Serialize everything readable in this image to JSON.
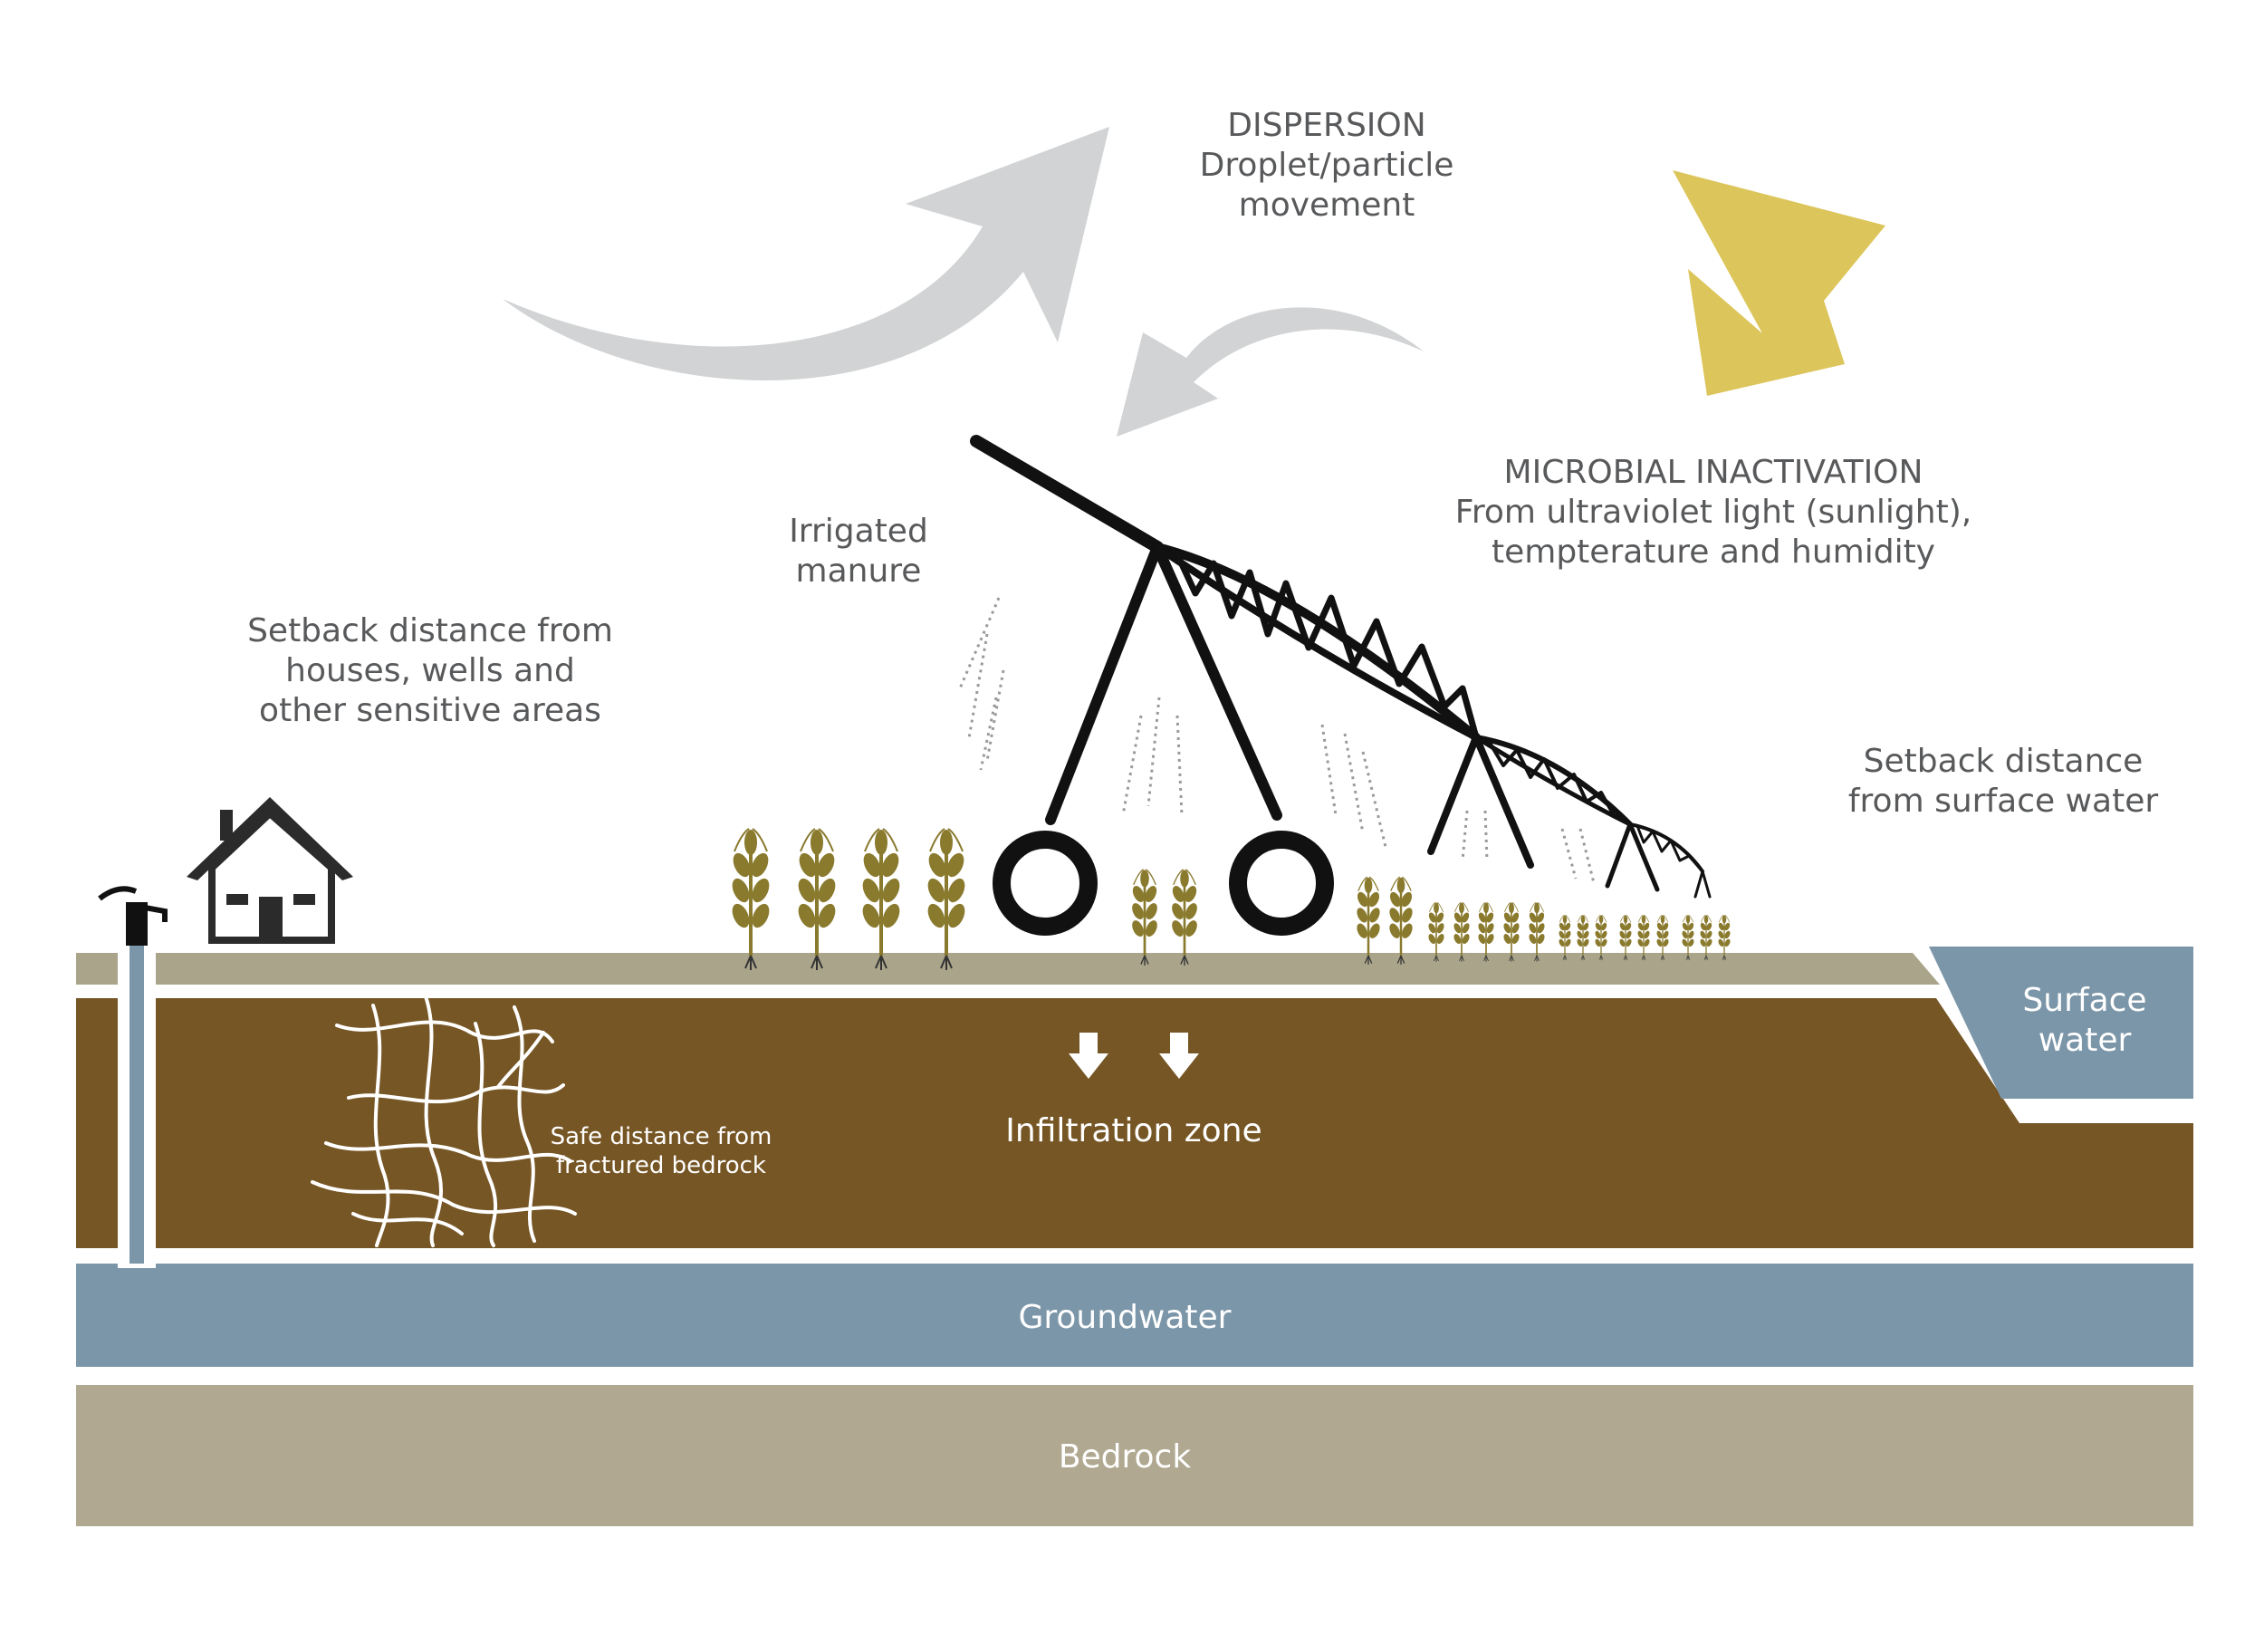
{
  "labels": {
    "dispersion": {
      "title": "DISPERSION",
      "line1": "Droplet/particle",
      "line2": "movement"
    },
    "microbial": {
      "title": "MICROBIAL INACTIVATION",
      "line1": "From ultraviolet light (sunlight),",
      "line2": "tempterature and humidity"
    },
    "irrigated": {
      "line1": "Irrigated",
      "line2": "manure"
    },
    "setback_houses": {
      "line1": "Setback distance from",
      "line2": "houses, wells and",
      "line3": "other sensitive areas"
    },
    "setback_water": {
      "line1": "Setback distance",
      "line2": "from surface water"
    },
    "surface_water": {
      "line1": "Surface",
      "line2": "water"
    },
    "fractured": {
      "line1": "Safe distance from",
      "line2": "fractured bedrock"
    },
    "infiltration": "Infiltration zone",
    "groundwater": "Groundwater",
    "bedrock": "Bedrock"
  },
  "colors": {
    "topsoil": "#a9a48a",
    "soil": "#765625",
    "water": "#7b96a8",
    "bedrock": "#b0a890",
    "arrow_grey": "#d1d3d4",
    "sun_arrow": "#dcc55a",
    "crop": "#8a7a2e",
    "text": "#58595b",
    "black": "#111111"
  },
  "icons": [
    "house-icon",
    "water-pump-icon",
    "center-pivot-irrigator-icon",
    "crop-plant-icon",
    "down-arrow-icon",
    "fracture-lines-icon"
  ]
}
